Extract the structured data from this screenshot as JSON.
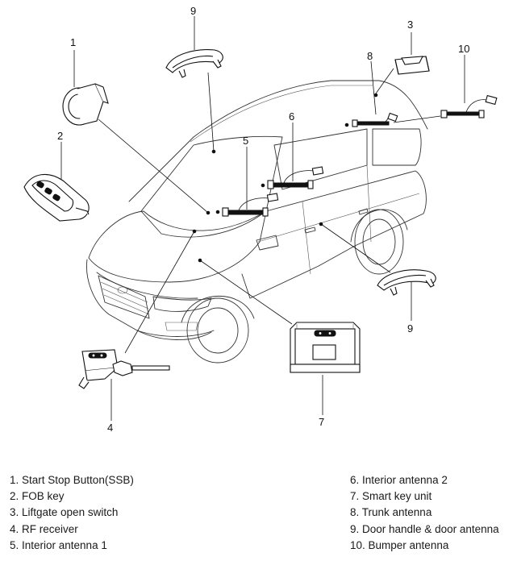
{
  "callouts": {
    "c1": "1",
    "c2": "2",
    "c3": "3",
    "c4": "4",
    "c5": "5",
    "c6": "6",
    "c7": "7",
    "c8": "8",
    "c9_top": "9",
    "c9_right": "9",
    "c10": "10"
  },
  "legend": {
    "left": [
      "1. Start Stop Button(SSB)",
      "2. FOB key",
      "3. Liftgate open switch",
      "4. RF receiver",
      "5. Interior antenna 1"
    ],
    "right": [
      "6. Interior antenna 2",
      "7. Smart key unit",
      "8. Trunk antenna",
      "9. Door handle & door antenna",
      "10. Bumper antenna"
    ]
  }
}
